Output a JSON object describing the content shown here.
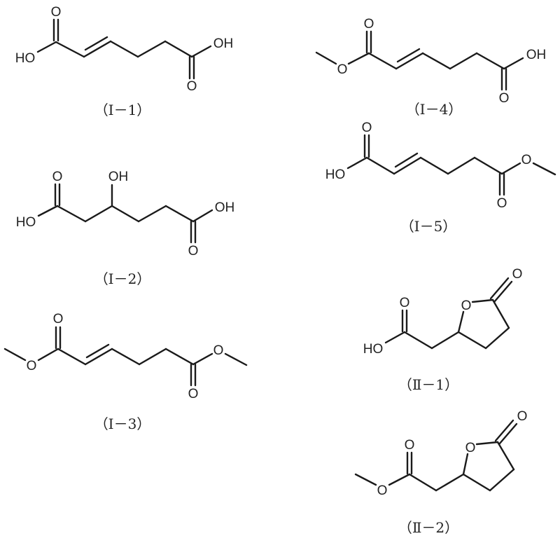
{
  "figure": {
    "colors": {
      "ink": "#1a1a1a",
      "background": "#ffffff"
    },
    "compounds": [
      {
        "id": "I-1",
        "label": "（Ⅰ－1）",
        "description": "trans-2-hexenedioic acid",
        "atoms": {
          "left_O": "O",
          "left_OH": "HO",
          "right_OH": "OH",
          "right_O": "O"
        }
      },
      {
        "id": "I-2",
        "label": "（Ⅰ－2）",
        "description": "3-hydroxyadipic acid",
        "atoms": {
          "left_O": "O",
          "left_OH": "HO",
          "mid_OH": "OH",
          "right_OH": "OH",
          "right_O": "O"
        }
      },
      {
        "id": "I-3",
        "label": "（Ⅰ－3）",
        "description": "dimethyl trans-2-hexenedioate",
        "atoms": {
          "left_O": "O",
          "left_ester_O": "O",
          "right_ester_O": "O",
          "right_O": "O"
        }
      },
      {
        "id": "I-4",
        "label": "（Ⅰ－4）",
        "description": "1-methyl trans-2-hexenedioate",
        "atoms": {
          "left_O": "O",
          "left_ester_O": "O",
          "right_OH": "OH",
          "right_O": "O"
        }
      },
      {
        "id": "I-5",
        "label": "（Ⅰ－5）",
        "description": "6-methyl trans-2-hexenedioate",
        "atoms": {
          "left_O": "O",
          "left_OH": "HO",
          "right_ester_O": "O",
          "right_O": "O"
        }
      },
      {
        "id": "II-1",
        "label": "（Ⅱ－1）",
        "description": "(5-oxotetrahydrofuran-2-yl)acetic acid",
        "atoms": {
          "acid_O": "O",
          "acid_OH": "HO",
          "ring_O": "O",
          "lactone_O": "O"
        }
      },
      {
        "id": "II-2",
        "label": "（Ⅱ－2）",
        "description": "methyl (5-oxotetrahydrofuran-2-yl)acetate",
        "atoms": {
          "ester_carbonyl_O": "O",
          "ester_O": "O",
          "ring_O": "O",
          "lactone_O": "O"
        }
      }
    ]
  }
}
